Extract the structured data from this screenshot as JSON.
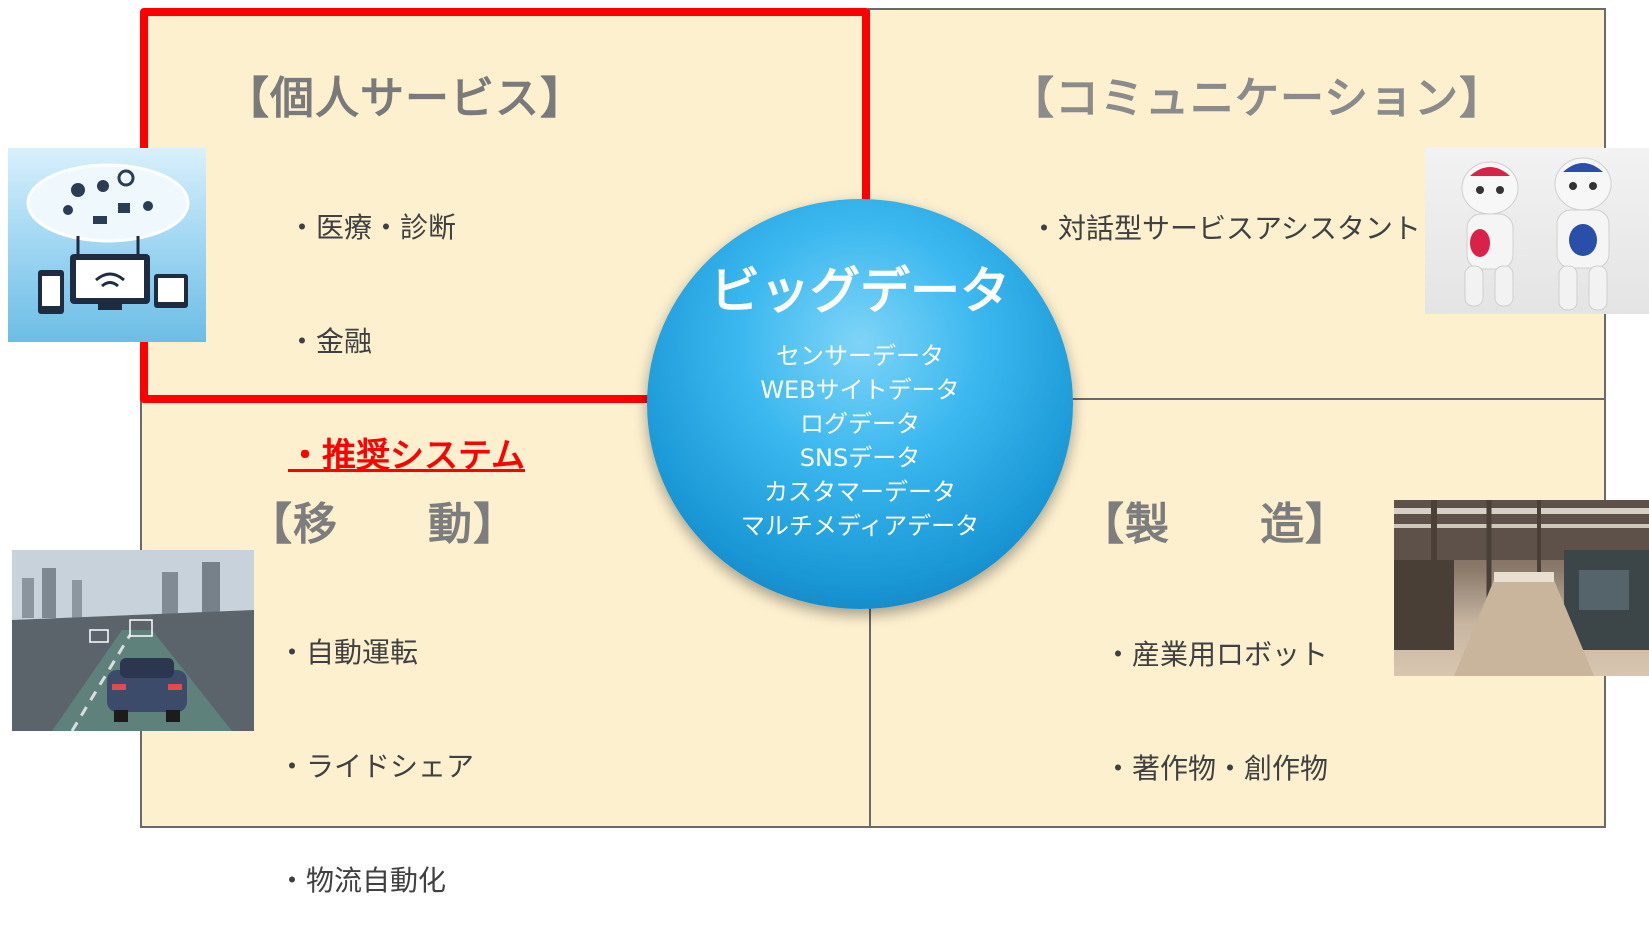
{
  "quadrants": {
    "top_left": {
      "heading": "【個人サービス】",
      "items": [
        "・医療・診断",
        "・金融"
      ],
      "highlight_item": "・推奨システム"
    },
    "top_right": {
      "heading": "【コミュニケーション】",
      "items": [
        "・対話型サービスアシスタント"
      ]
    },
    "bottom_left": {
      "heading": "【移　　動】",
      "items": [
        "・自動運転",
        "・ライドシェア",
        "・物流自動化"
      ]
    },
    "bottom_right": {
      "heading": "【製　　造】",
      "items": [
        "・産業用ロボット",
        "・著作物・創作物"
      ]
    }
  },
  "center": {
    "title": "ビッグデータ",
    "items": [
      "センサーデータ",
      "WEBサイトデータ",
      "ログデータ",
      "SNSデータ",
      "カスタマーデータ",
      "マルチメディアデータ"
    ]
  },
  "colors": {
    "quadrant_bg": "#fdf0cf",
    "highlight": "#ff0000",
    "circle": "#1a98d6"
  },
  "icons": [
    "cloud-devices-photo",
    "humanoid-robots-photo",
    "autonomous-car-photo",
    "factory-photo"
  ]
}
